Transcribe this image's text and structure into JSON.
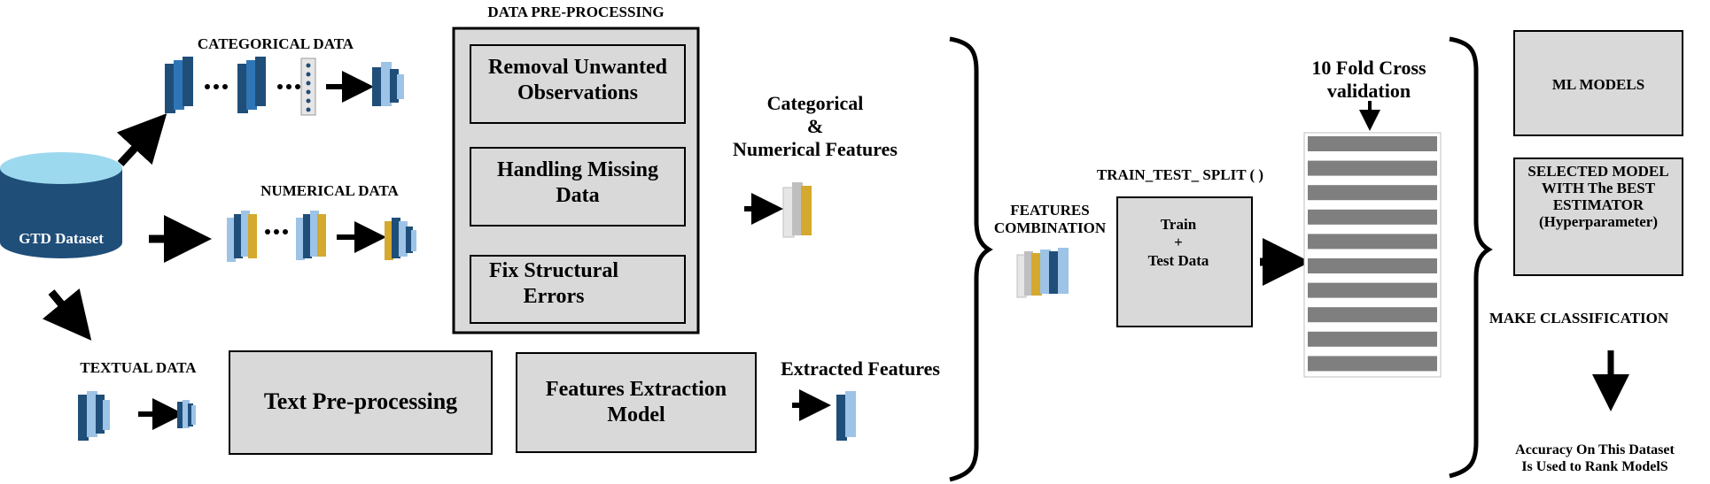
{
  "source": {
    "label": "GTD Dataset"
  },
  "branches": {
    "categorical": "CATEGORICAL DATA",
    "numerical": "NUMERICAL DATA",
    "textual": "TEXTUAL DATA"
  },
  "preprocessing": {
    "title": "DATA PRE-PROCESSING",
    "steps": [
      "Removal Unwanted\nObservations",
      "Handling Missing\nData",
      "Fix Structural\nErrors"
    ]
  },
  "text_pipeline": {
    "text_preprocessing": "Text Pre-processing",
    "feature_extraction": "Features Extraction\nModel",
    "extracted": "Extracted Features"
  },
  "cat_num_features": "Categorical\n&\nNumerical Features",
  "features_combination": "FEATURES\nCOMBINATION",
  "split": {
    "title": "TRAIN_TEST_ SPLIT ( )",
    "box": "Train\n+\nTest Data"
  },
  "cross_validation": {
    "title": "10 Fold Cross\nvalidation"
  },
  "models": {
    "ml_models": "ML MODELS",
    "selected": "SELECTED MODEL\nWITH The BEST\nESTIMATOR\n(Hyperparameter)",
    "classification": "MAKE CLASSIFICATION",
    "accuracy": "Accuracy On This Dataset\nIs Used to Rank ModelS"
  },
  "colors": {
    "box_fill": "#d9d9d9",
    "navy": "#1f4e79",
    "light_blue": "#9dc3e6",
    "gold": "#d4a92e",
    "grey": "#bfbfbf",
    "cylinder": "#9dd9ee",
    "cv_bar": "#7f7f7f"
  }
}
